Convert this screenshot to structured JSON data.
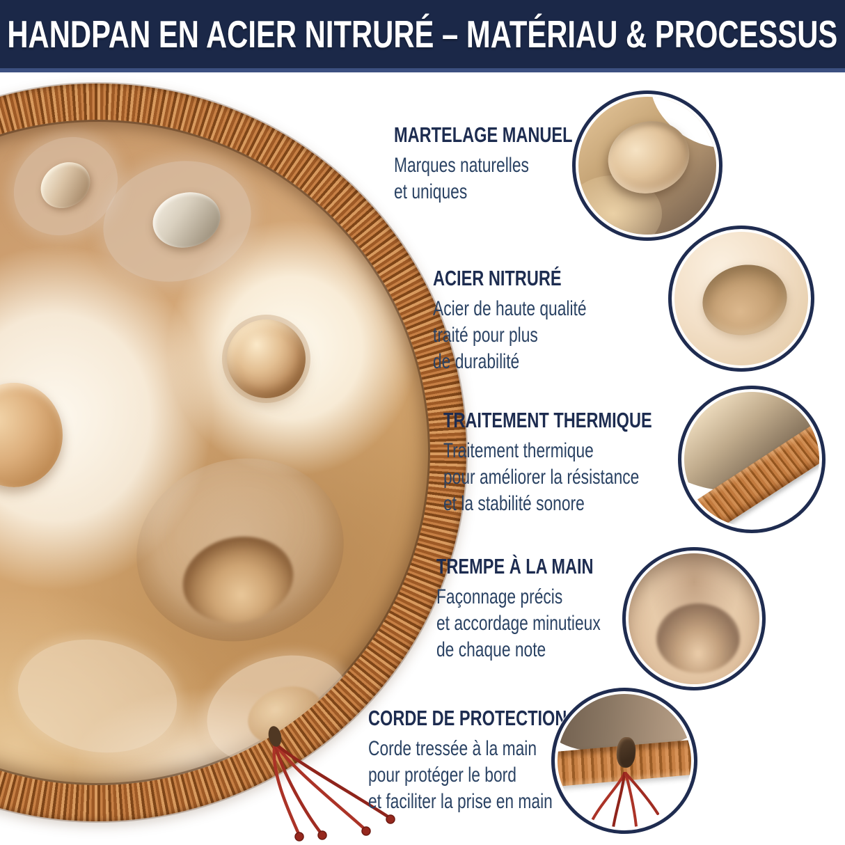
{
  "banner": {
    "title": "HANDPAN EN ACIER NITRURÉ – MATÉRIAU & PROCESSUS"
  },
  "features": [
    {
      "heading": "MARTELAGE MANUEL",
      "lines": [
        "Marques naturelles",
        "et uniques"
      ]
    },
    {
      "heading": "ACIER NITRURÉ",
      "lines": [
        "Acier de haute qualité",
        "traité pour plus",
        "de durabilité"
      ]
    },
    {
      "heading": "TRAITEMENT THERMIQUE",
      "lines": [
        "Traitement thermique",
        "pour améliorer la résistance",
        "et la stabilité sonore"
      ]
    },
    {
      "heading": "TREMPE À LA MAIN",
      "lines": [
        "Façonnage précis",
        "et accordage minutieux",
        "de chaque note"
      ]
    },
    {
      "heading": "CORDE DE PROTECTION",
      "lines": [
        "Corde tressée à la main",
        "pour protéger le bord",
        "et faciliter la prise en main"
      ]
    }
  ],
  "colors": {
    "banner_bg": "#1b2848",
    "banner_edge": "#3c5080",
    "heading_navy": "#1d2c50",
    "body_navy": "#2a4263",
    "circle_border": "#1f2c50",
    "rope_copper": "#c67f44",
    "pan_gold": "#d4a878",
    "string_red": "#ab3327"
  }
}
